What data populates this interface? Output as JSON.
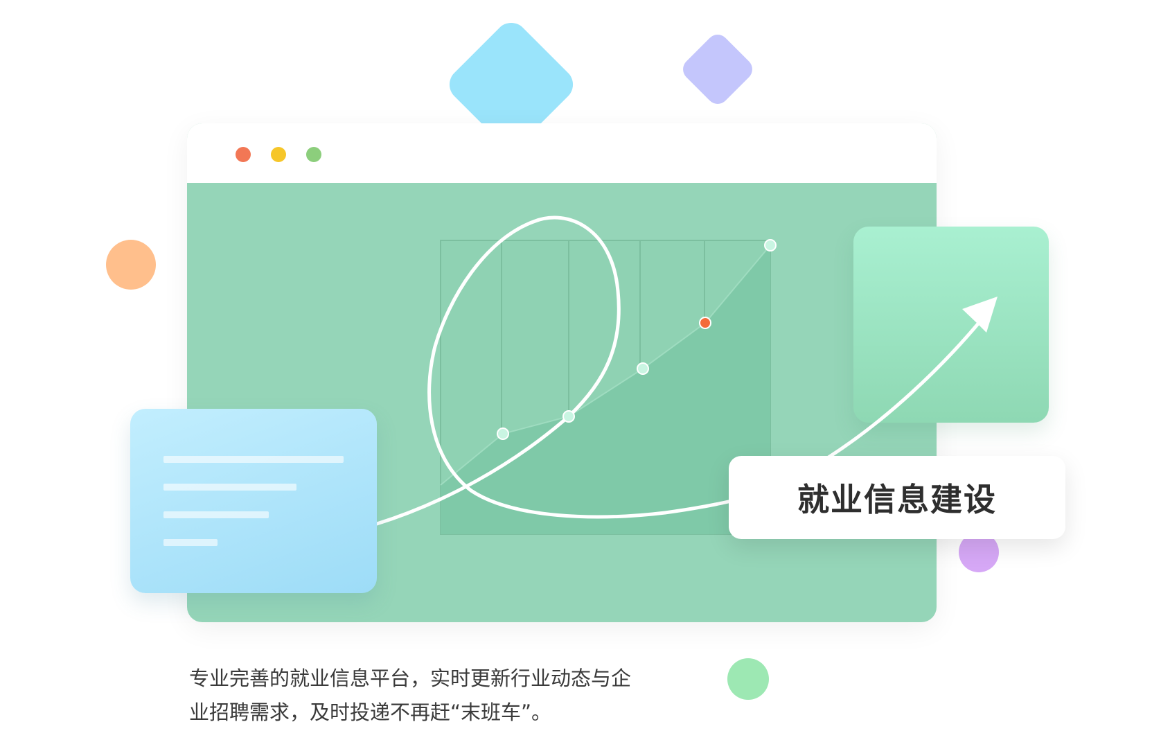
{
  "label_card": {
    "text": "就业信息建设"
  },
  "caption": {
    "line1": "专业完善的就业信息平台，实时更新行业动态与企",
    "line2": "业招聘需求，及时投递不再赶“末班车”。"
  },
  "colors": {
    "window_bg": "#95d5b8",
    "accent_point": "#f36b3a",
    "traffic_red": "#f27755",
    "traffic_yellow": "#f6c629",
    "traffic_green": "#8cce7c"
  },
  "icons": [
    "trend-arrow-icon"
  ]
}
